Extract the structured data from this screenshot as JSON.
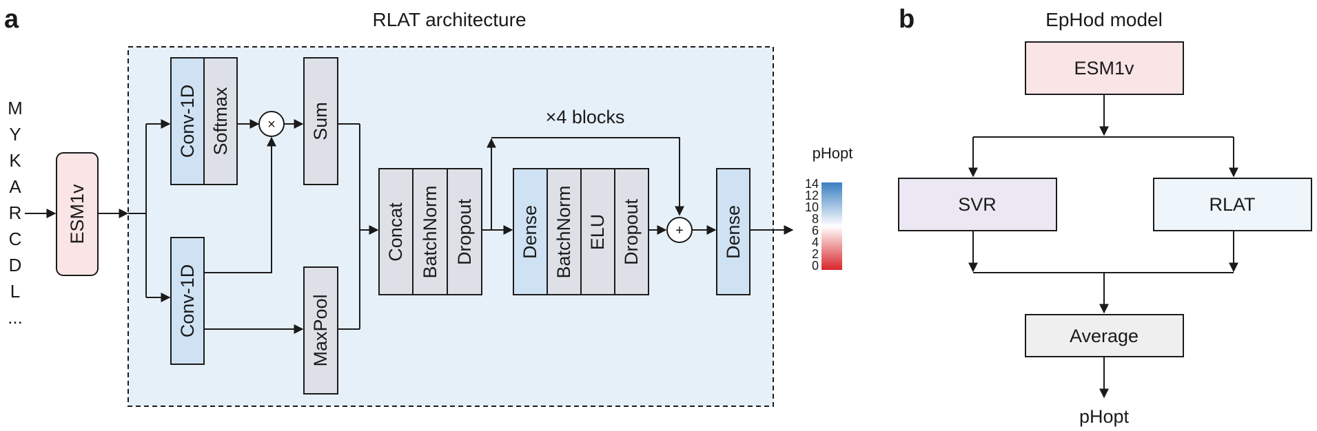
{
  "panel_a": {
    "letter": "a",
    "title": "RLAT architecture",
    "sequence": [
      "M",
      "Y",
      "K",
      "A",
      "R",
      "C",
      "D",
      "L",
      "..."
    ],
    "esm": "ESM1v",
    "conv1": "Conv-1D",
    "softmax": "Softmax",
    "multiply": "×",
    "sum": "Sum",
    "conv2": "Conv-1D",
    "maxpool": "MaxPool",
    "concat": "Concat",
    "batchnorm1": "BatchNorm",
    "dropout1": "Dropout",
    "blocks_label": "×4 blocks",
    "dense1": "Dense",
    "batchnorm2": "BatchNorm",
    "elu": "ELU",
    "dropout2": "Dropout",
    "plus": "+",
    "dense_out": "Dense",
    "colorbar": {
      "label": "pHopt",
      "ticks": [
        "14",
        "12",
        "10",
        "8",
        "6",
        "4",
        "2",
        "0"
      ],
      "colors": {
        "high": "#3a7fc1",
        "mid": "#ffffff",
        "low": "#d9252b"
      }
    }
  },
  "panel_b": {
    "letter": "b",
    "title": "EpHod model",
    "esm": "ESM1v",
    "svr": "SVR",
    "rlat": "RLAT",
    "average": "Average",
    "output": "pHopt"
  },
  "colors": {
    "dashed_bg": "#e6f0f9",
    "esm_fill": "#f9e4e6",
    "blue_fill": "#cfe2f3",
    "gray_fill": "#dde1e7",
    "svr_fill": "#ece8f3",
    "rlat_fill": "#eef5fb",
    "avg_fill": "#efefef"
  }
}
